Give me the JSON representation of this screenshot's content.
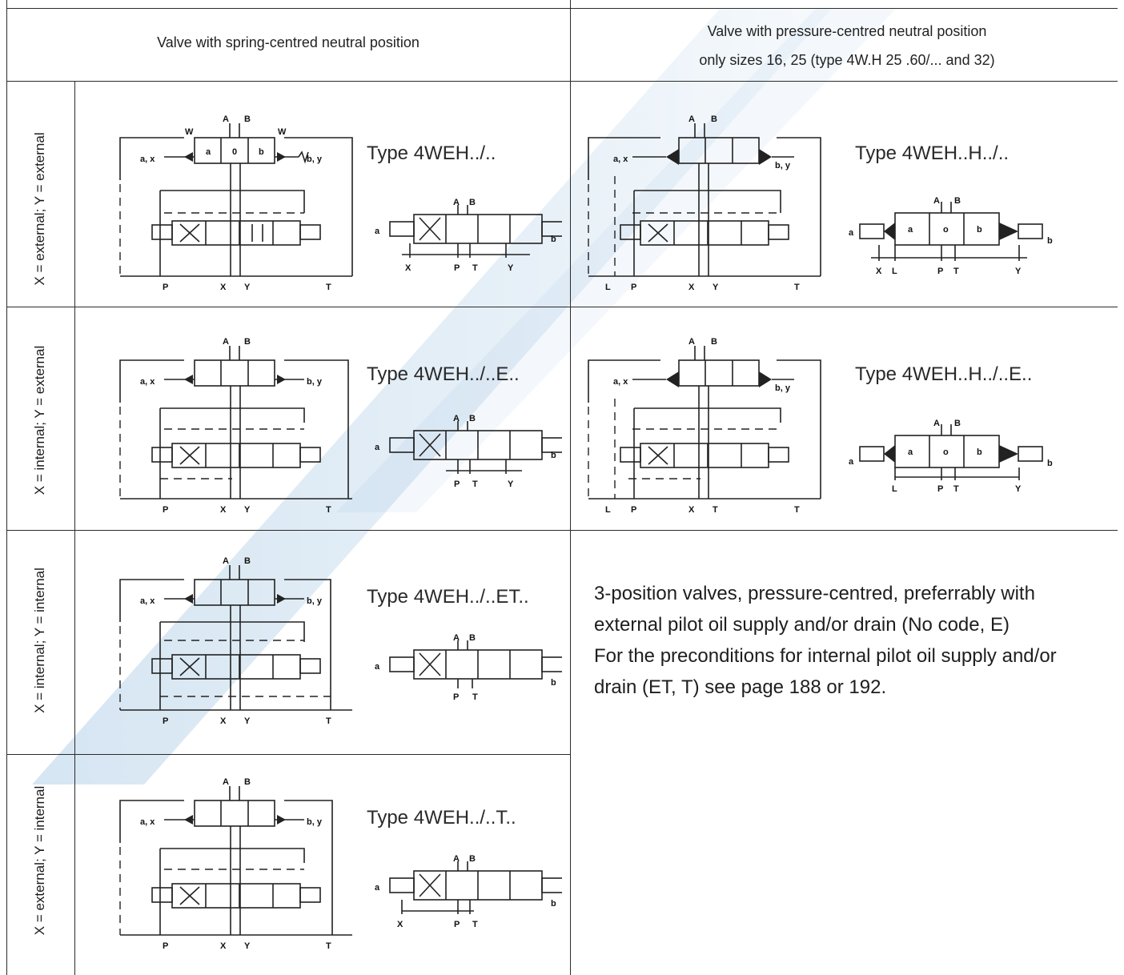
{
  "headers": {
    "left": "Valve with spring-centred neutral position",
    "right_line1": "Valve with pressure-centred neutral position",
    "right_line2": "only sizes 16, 25 (type 4W.H 25 .60/... and 32)"
  },
  "rows": [
    {
      "label": "X =  external; Y = external",
      "left_type": "Type 4WEH../..",
      "right_type": "Type 4WEH..H../.."
    },
    {
      "label": "X = internal; Y = external",
      "left_type": "Type 4WEH../..E..",
      "right_type": "Type 4WEH..H../..E.."
    },
    {
      "label": "X = internal; Y =  internal",
      "left_type": "Type 4WEH../..ET.."
    },
    {
      "label": "X = external; Y =  internal",
      "left_type": "Type 4WEH../..T.."
    }
  ],
  "note": {
    "line1": "3-position valves, pressure-centred, preferrably with",
    "line2": "external pilot oil supply and/or drain (No code, E)",
    "line3": "For the preconditions for internal pilot oil supply and/or",
    "line4": "drain (ET, T) see page 188 or 192."
  },
  "symbol_labels": {
    "port_a": "A",
    "port_b": "B",
    "port_p": "P",
    "port_t": "T",
    "port_x": "X",
    "port_y": "Y",
    "port_l": "L",
    "sol_a": "a",
    "sol_b": "b",
    "sol_o": "o",
    "sol_0": "0",
    "pilot_ax": "a, x",
    "pilot_by": "b, y",
    "spring": "W"
  },
  "colors": {
    "grid": "#2b2b2b",
    "watermark": "#2f7fbf"
  }
}
